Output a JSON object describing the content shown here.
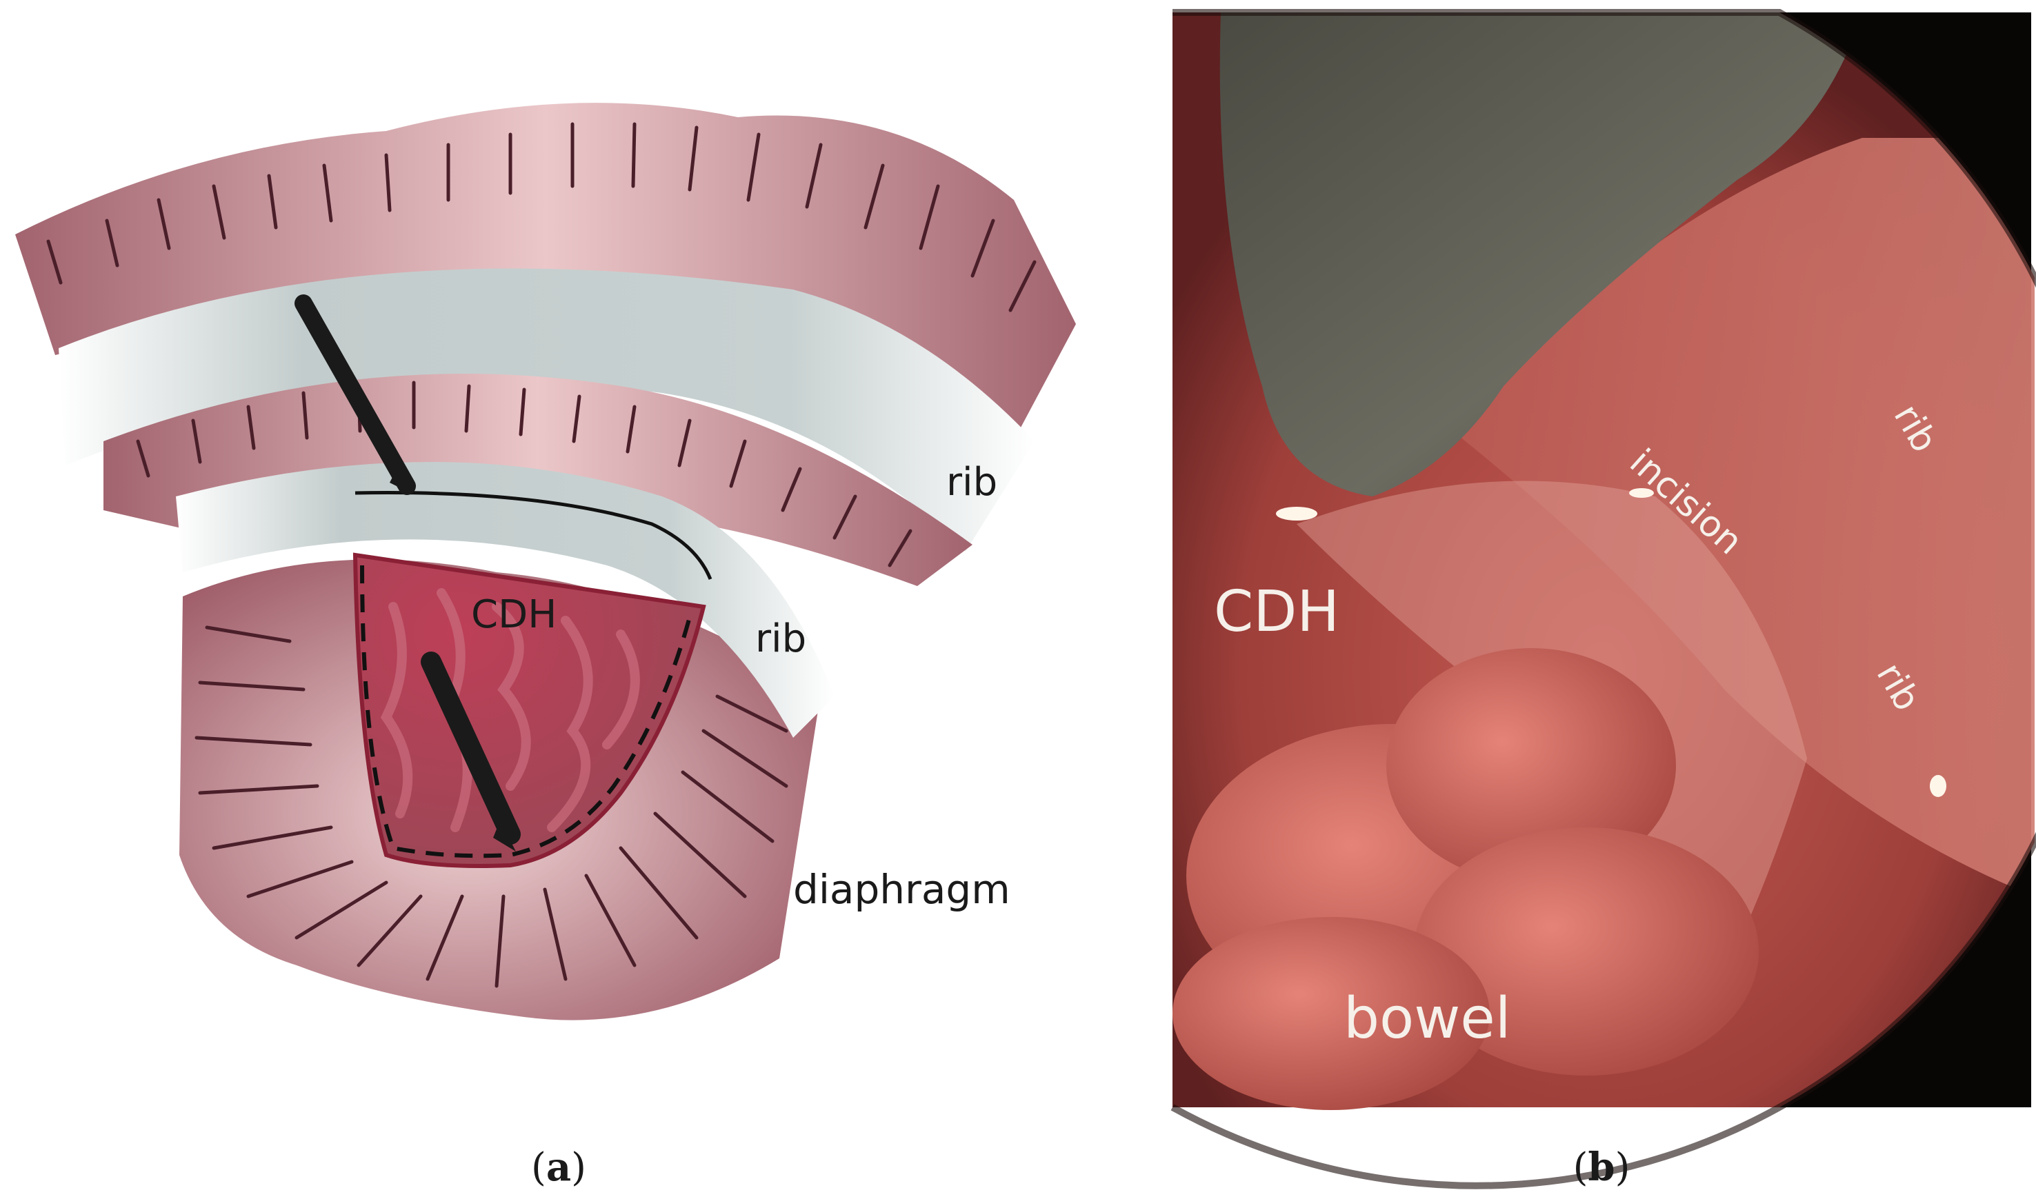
{
  "panel_a": {
    "labels": {
      "rib_upper": "rib",
      "rib_lower": "rib",
      "cdh": "CDH",
      "diaphragm": "diaphragm"
    },
    "caption": {
      "open": "(",
      "letter": "a",
      "close": ")"
    }
  },
  "panel_b": {
    "labels": {
      "cdh": "CDH",
      "bowel": "bowel",
      "incision": "incision",
      "rib_upper": "rib",
      "rib_lower": "rib"
    },
    "caption": {
      "open": "(",
      "letter": "b",
      "close": ")"
    }
  }
}
